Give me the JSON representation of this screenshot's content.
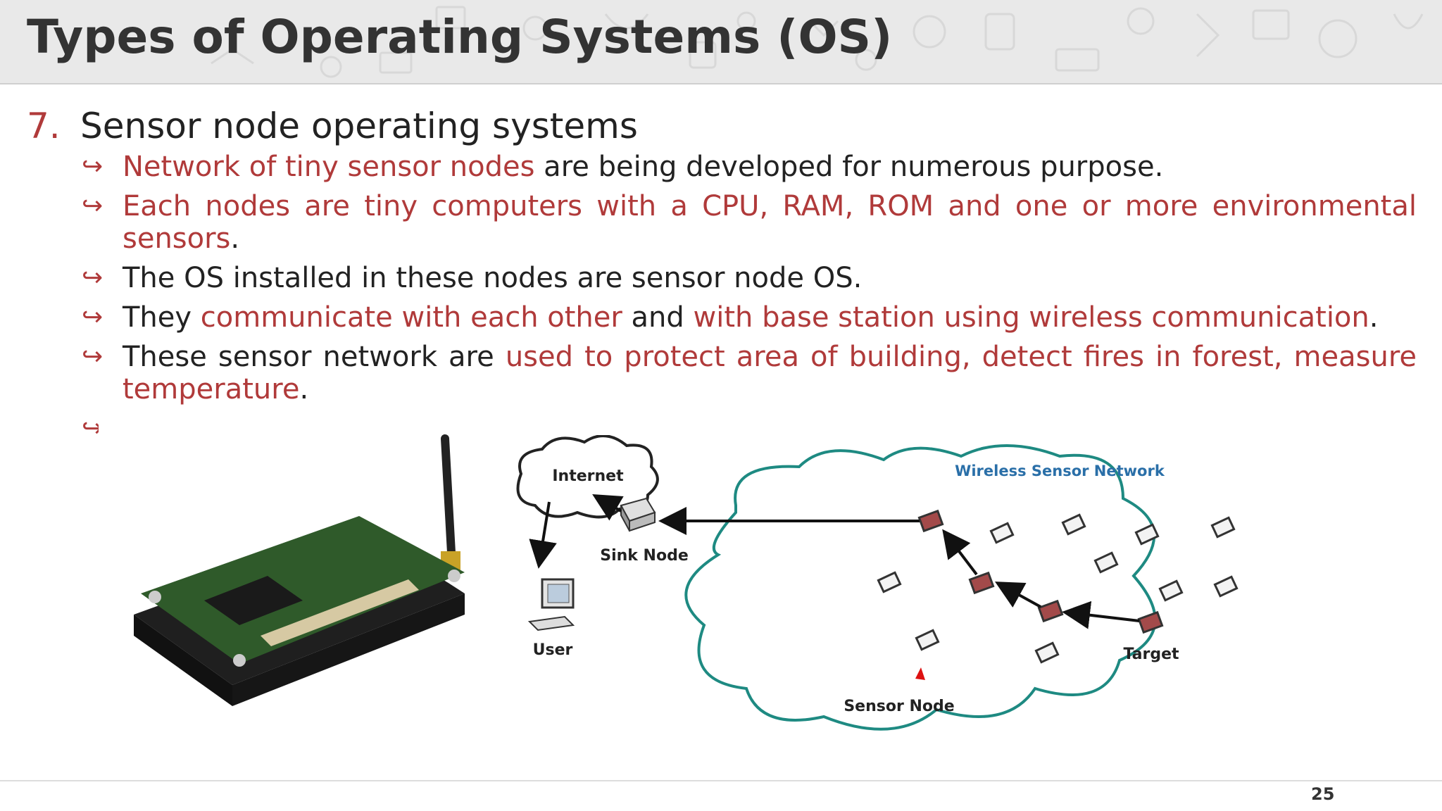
{
  "slide": {
    "title": "Types of Operating Systems (OS)",
    "item_number": "7.",
    "item_heading": "Sensor node operating systems",
    "page_number": "25"
  },
  "bullets": [
    {
      "segments": [
        {
          "text": "Network of tiny sensor nodes",
          "red": true
        },
        {
          "text": " are being developed for numerous purpose.",
          "red": false
        }
      ]
    },
    {
      "segments": [
        {
          "text": "Each nodes are tiny computers with a CPU, RAM, ROM and one or more environmental sensors",
          "red": true
        },
        {
          "text": ".",
          "red": false
        }
      ]
    },
    {
      "segments": [
        {
          "text": "The OS installed in these nodes are sensor node OS.",
          "red": false
        }
      ]
    },
    {
      "segments": [
        {
          "text": "They ",
          "red": false
        },
        {
          "text": "communicate with each other",
          "red": true
        },
        {
          "text": " and ",
          "red": false
        },
        {
          "text": "with base station using wireless communication",
          "red": true
        },
        {
          "text": ".",
          "red": false
        }
      ]
    },
    {
      "segments": [
        {
          "text": "These sensor network are ",
          "red": false
        },
        {
          "text": "used to protect area of building, detect fires in forest, measure temperature",
          "red": true
        },
        {
          "text": ".",
          "red": false
        }
      ]
    },
    {
      "segments": []
    }
  ],
  "diagram": {
    "internet_label": "Internet",
    "sink_label": "Sink Node",
    "user_label": "User",
    "network_label": "Wireless Sensor Network",
    "target_label": "Target",
    "sensor_label": "Sensor Node"
  },
  "colors": {
    "accent_red": "#b03a3a",
    "title_gray": "#333333",
    "cloud_teal": "#1e8a82",
    "network_label_blue": "#2a6fa8",
    "node_red": "#a34a4a"
  }
}
